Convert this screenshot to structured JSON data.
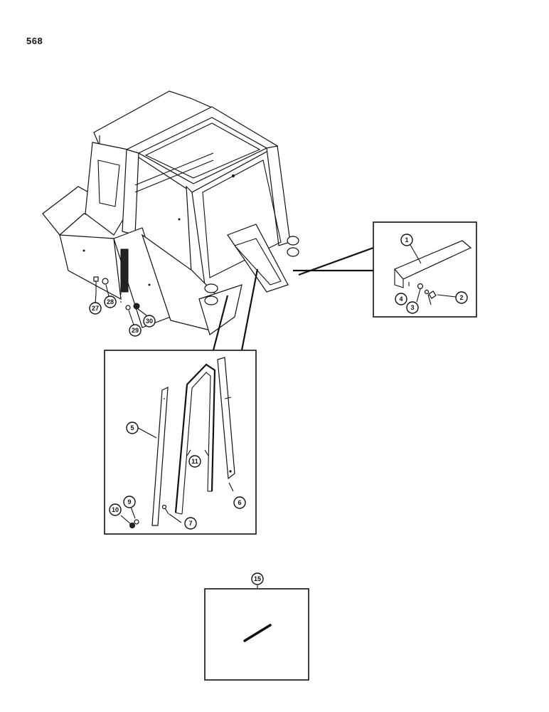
{
  "page_number": "568",
  "callouts": {
    "c1": "1",
    "c2": "2",
    "c3": "3",
    "c4": "4",
    "c5": "5",
    "c6": "6",
    "c7": "7",
    "c9": "9",
    "c10": "10",
    "c11a": "11",
    "c11b": "11",
    "c15": "15",
    "c27": "27",
    "c28": "28",
    "c29": "29",
    "c30": "30"
  }
}
